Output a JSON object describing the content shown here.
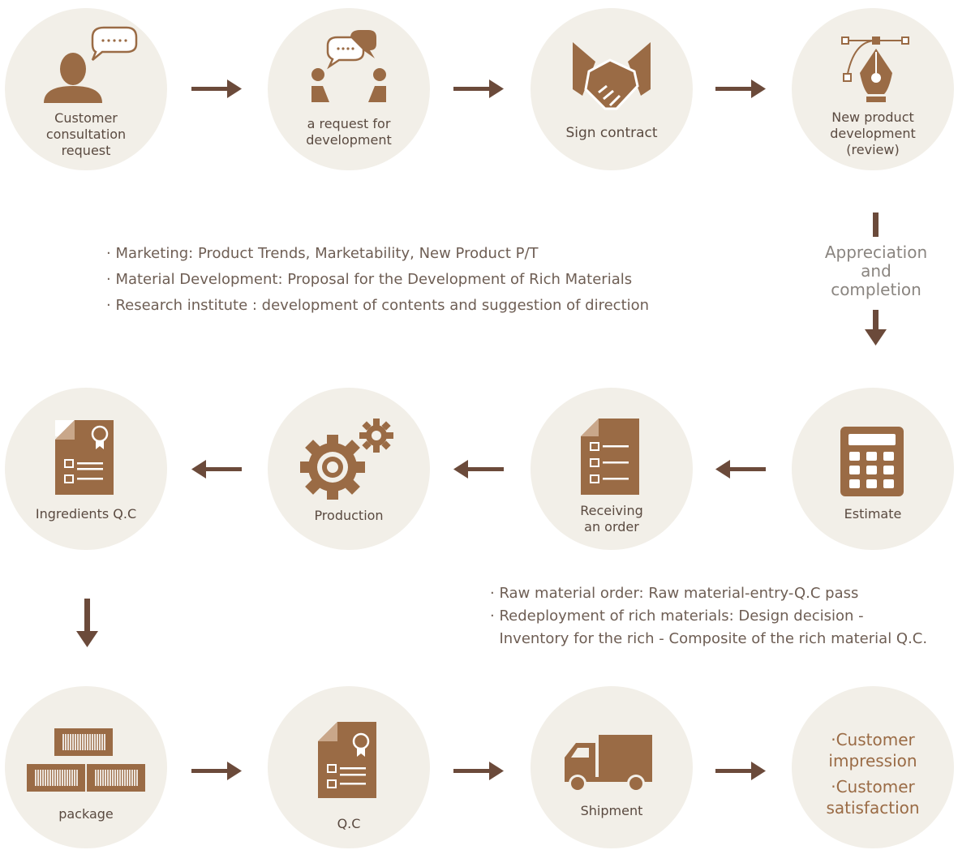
{
  "colors": {
    "accent": "#9a6b45",
    "circle_bg": "#f2efe8",
    "arrow": "#6b4a3a",
    "text": "#5a4a40"
  },
  "steps": {
    "consultation": {
      "label_lines": [
        "Customer",
        "consultation",
        "request"
      ],
      "icon": "person-speech-bubble-icon"
    },
    "request": {
      "label_lines": [
        "a request for",
        "development"
      ],
      "icon": "discussion-icon"
    },
    "contract": {
      "label": "Sign contract",
      "icon": "handshake-icon"
    },
    "new_product": {
      "label_lines": [
        "New product",
        "development",
        "(review)"
      ],
      "icon": "pen-tool-icon"
    },
    "estimate": {
      "label": "Estimate",
      "icon": "calculator-icon"
    },
    "receiving": {
      "label_lines": [
        "Receiving",
        "an order"
      ],
      "icon": "document-checklist-icon"
    },
    "production": {
      "label": "Production",
      "icon": "gears-icon"
    },
    "ingredients_qc": {
      "label": "Ingredients Q.C",
      "icon": "certificate-document-icon"
    },
    "package": {
      "label": "package",
      "icon": "boxes-icon"
    },
    "qc": {
      "label": "Q.C",
      "icon": "certificate-document-icon"
    },
    "shipment": {
      "label": "Shipment",
      "icon": "truck-icon"
    }
  },
  "final": {
    "line1": "·Customer",
    "line2": "impression",
    "line3": "·Customer",
    "line4": "satisfaction"
  },
  "vertical_label": [
    "Appreciation",
    "and",
    "completion"
  ],
  "notes_top": [
    "· Marketing: Product Trends, Marketability, New Product P/T",
    "· Material Development: Proposal for the Development of Rich Materials",
    "· Research institute : development of contents and suggestion of direction"
  ],
  "notes_middle": [
    "· Raw material order: Raw material-entry-Q.C pass",
    "· Redeployment of rich materials: Design decision -",
    "  Inventory for the rich - Composite of the rich material Q.C."
  ]
}
